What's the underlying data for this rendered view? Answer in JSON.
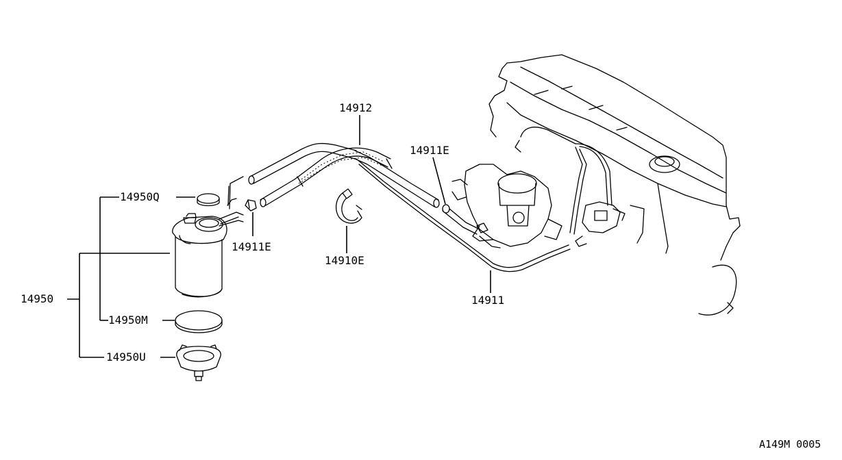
{
  "parts": {
    "p14912": "14912",
    "p14911E_top": "14911E",
    "p14950Q": "14950Q",
    "p14911E_mid": "14911E",
    "p14910E": "14910E",
    "p14950": "14950",
    "p14911": "14911",
    "p14950M": "14950M",
    "p14950U": "14950U"
  },
  "drawing_code": "A149M 0005"
}
